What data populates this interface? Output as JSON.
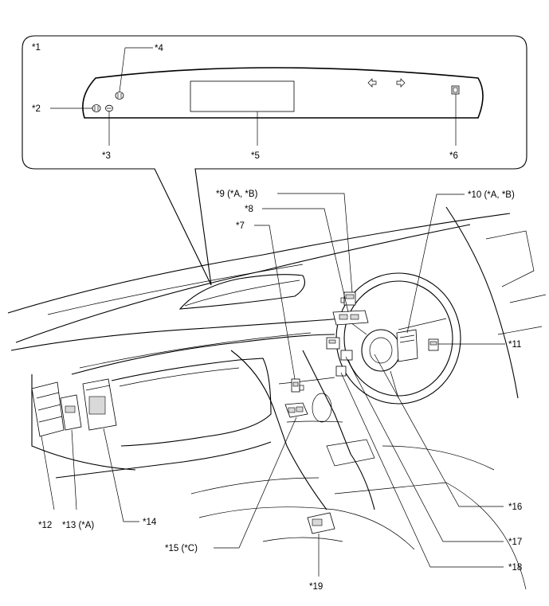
{
  "callouts": {
    "c1": "*1",
    "c2": "*2",
    "c3": "*3",
    "c4": "*4",
    "c5": "*5",
    "c6": "*6",
    "c7": "*7",
    "c8": "*8",
    "c9": "*9 (*A, *B)",
    "c10": "*10 (*A, *B)",
    "c11": "*11",
    "c12": "*12",
    "c13": "*13 (*A)",
    "c14": "*14",
    "c15": "*15 (*C)",
    "c16": "*16",
    "c17": "*17",
    "c18": "*18",
    "c19": "*19"
  },
  "icons": [
    "arrow-left-icon",
    "arrow-right-icon",
    "switch-button-icon"
  ]
}
